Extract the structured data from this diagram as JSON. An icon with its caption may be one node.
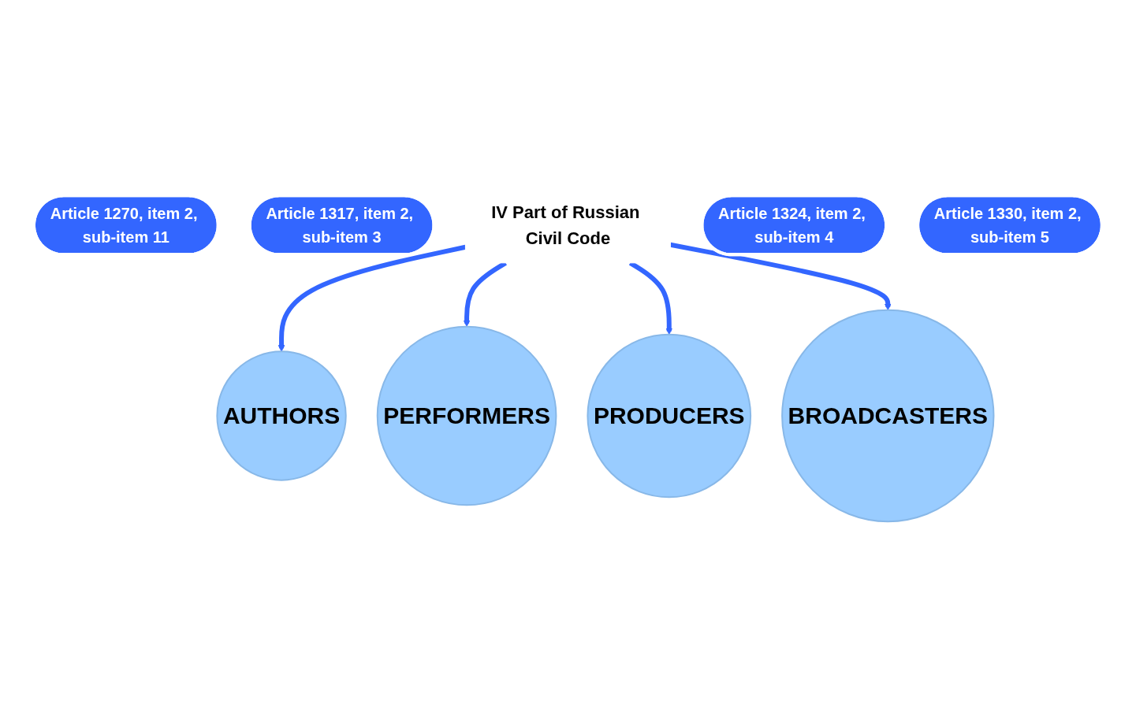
{
  "diagram": {
    "nodes": [
      {
        "text": [
          "AUTHORS"
        ]
      },
      {
        "text": [
          "Article 1270, item 2, sub-item 11"
        ]
      },
      {
        "text": [
          "PERFORMERS"
        ]
      },
      {
        "text": [
          "Article 1317, item 2, sub-item 3"
        ]
      },
      {
        "text": [
          "IV Part of Russian Civil Code"
        ]
      },
      {
        "text": [
          "PRODUCERS"
        ]
      },
      {
        "text": [
          "Article 1324, item 2, sub-item 4"
        ]
      },
      {
        "text": [
          "BROADCASTERS"
        ]
      },
      {
        "text": [
          "Article 1330, item 2, sub-item 5"
        ]
      }
    ],
    "edges": [
      {
        "from": 4,
        "to": 0,
        "arrow": "to"
      },
      {
        "from": 4,
        "to": 2,
        "arrow": "to"
      },
      {
        "from": 4,
        "to": 5,
        "arrow": "to"
      },
      {
        "from": 4,
        "to": 7,
        "arrow": "to"
      }
    ]
  }
}
